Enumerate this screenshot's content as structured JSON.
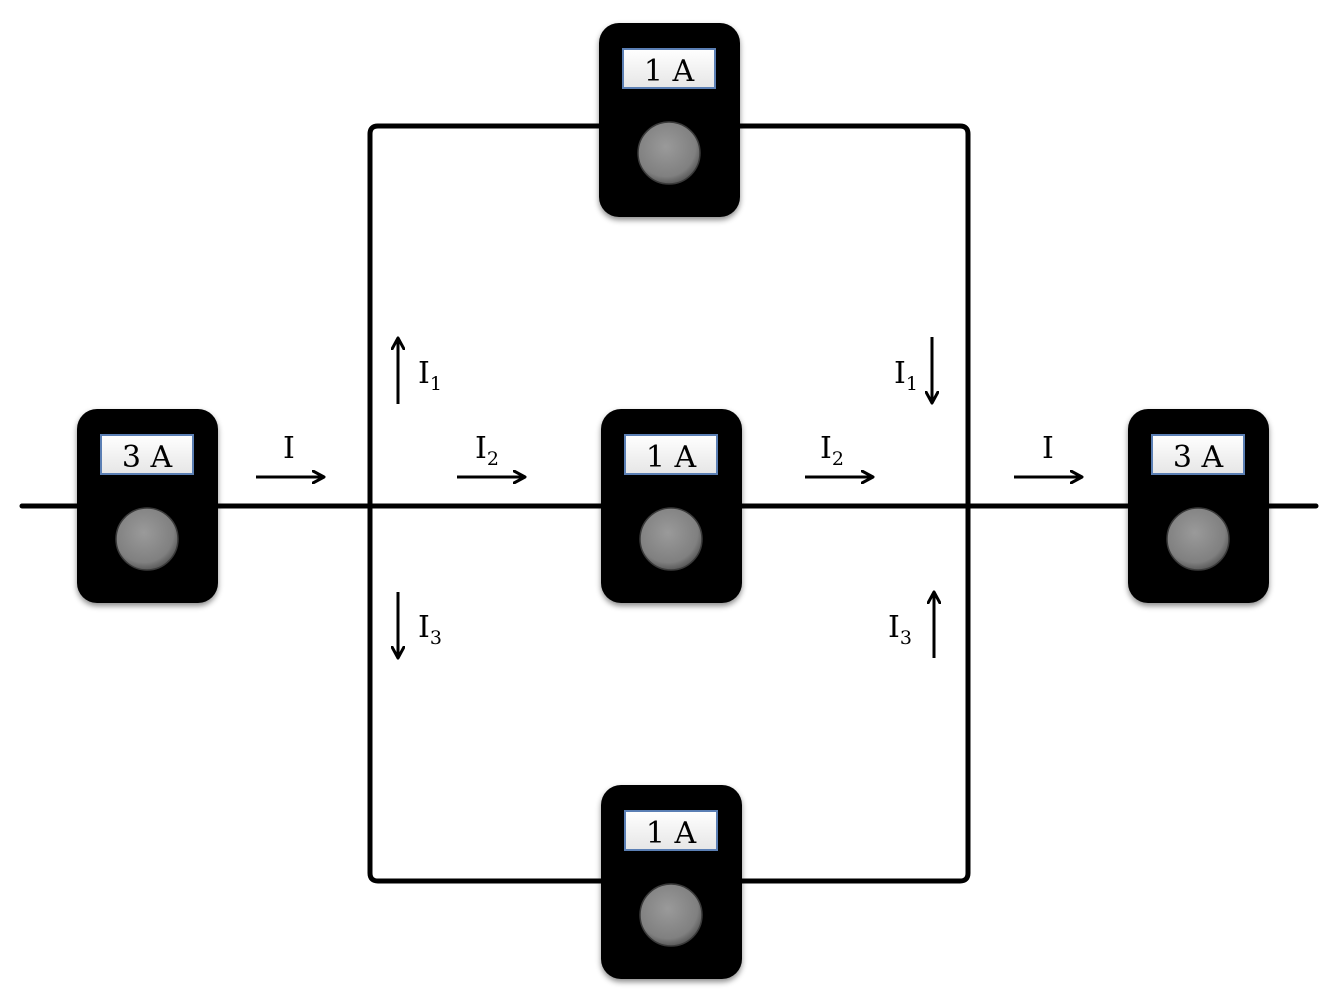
{
  "meters": [
    {
      "id": "left",
      "reading": "3 A"
    },
    {
      "id": "top",
      "reading": "1 A"
    },
    {
      "id": "middle",
      "reading": "1 A"
    },
    {
      "id": "bottom",
      "reading": "1 A"
    },
    {
      "id": "right",
      "reading": "3 A"
    }
  ],
  "currents": {
    "main_symbol": "I",
    "branch_symbol": "I",
    "sub_1": "1",
    "sub_2": "2",
    "sub_3": "3"
  },
  "colors": {
    "wire": "#000000",
    "meter_body": "#050505",
    "display_border": "#5b7fb4",
    "knob": "#8a8a8a"
  }
}
